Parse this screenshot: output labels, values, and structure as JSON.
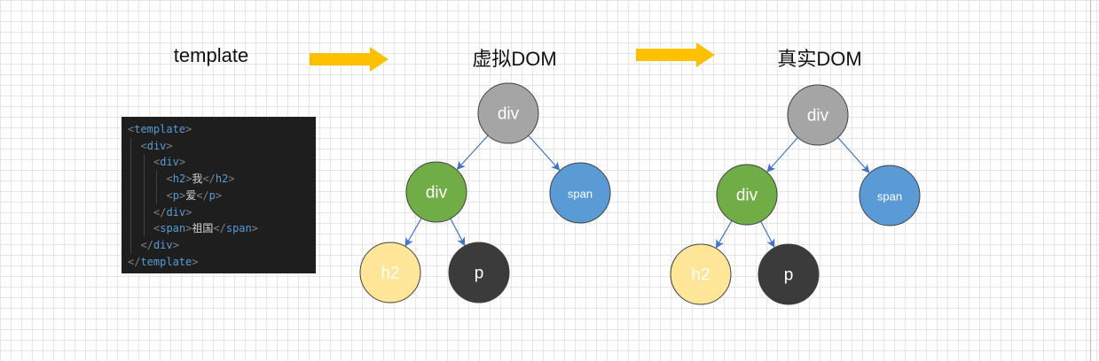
{
  "titles": {
    "template": "template",
    "virtual_dom": "虚拟DOM",
    "real_dom": "真实DOM"
  },
  "arrow_color": "#ffc000",
  "code": {
    "lines": [
      {
        "indent": 0,
        "parts": [
          {
            "t": "<",
            "c": "punct"
          },
          {
            "t": "template",
            "c": "tag"
          },
          {
            "t": ">",
            "c": "punct"
          }
        ]
      },
      {
        "indent": 1,
        "parts": [
          {
            "t": "<",
            "c": "punct"
          },
          {
            "t": "div",
            "c": "tag"
          },
          {
            "t": ">",
            "c": "punct"
          }
        ]
      },
      {
        "indent": 2,
        "parts": [
          {
            "t": "<",
            "c": "punct"
          },
          {
            "t": "div",
            "c": "tag"
          },
          {
            "t": ">",
            "c": "punct"
          }
        ]
      },
      {
        "indent": 3,
        "parts": [
          {
            "t": "<",
            "c": "punct"
          },
          {
            "t": "h2",
            "c": "tag"
          },
          {
            "t": ">",
            "c": "punct"
          },
          {
            "t": "我",
            "c": "txt"
          },
          {
            "t": "</",
            "c": "punct"
          },
          {
            "t": "h2",
            "c": "tag"
          },
          {
            "t": ">",
            "c": "punct"
          }
        ]
      },
      {
        "indent": 3,
        "parts": [
          {
            "t": "<",
            "c": "punct"
          },
          {
            "t": "p",
            "c": "tag"
          },
          {
            "t": ">",
            "c": "punct"
          },
          {
            "t": "爱",
            "c": "txt"
          },
          {
            "t": "</",
            "c": "punct"
          },
          {
            "t": "p",
            "c": "tag"
          },
          {
            "t": ">",
            "c": "punct"
          }
        ]
      },
      {
        "indent": 2,
        "parts": [
          {
            "t": "</",
            "c": "punct"
          },
          {
            "t": "div",
            "c": "tag"
          },
          {
            "t": ">",
            "c": "punct"
          }
        ]
      },
      {
        "indent": 2,
        "parts": [
          {
            "t": "<",
            "c": "punct"
          },
          {
            "t": "span",
            "c": "tag"
          },
          {
            "t": ">",
            "c": "punct"
          },
          {
            "t": "祖国",
            "c": "txt"
          },
          {
            "t": "</",
            "c": "punct"
          },
          {
            "t": "span",
            "c": "tag"
          },
          {
            "t": ">",
            "c": "punct"
          }
        ]
      },
      {
        "indent": 1,
        "parts": [
          {
            "t": "</",
            "c": "punct"
          },
          {
            "t": "div",
            "c": "tag"
          },
          {
            "t": ">",
            "c": "punct"
          }
        ]
      },
      {
        "indent": 0,
        "parts": [
          {
            "t": "</",
            "c": "punct"
          },
          {
            "t": "template",
            "c": "tag"
          },
          {
            "t": ">",
            "c": "punct"
          }
        ]
      }
    ]
  },
  "node_colors": {
    "div_root": "#a5a5a5",
    "div_child": "#70ad47",
    "span": "#5b9bd5",
    "h2": "#ffe699",
    "p": "#3b3b3b",
    "edge": "#4472c4"
  },
  "trees": [
    {
      "id": "virtual",
      "nodes": [
        {
          "id": "root",
          "label": "div",
          "color_key": "div_root"
        },
        {
          "id": "div",
          "label": "div",
          "color_key": "div_child"
        },
        {
          "id": "span",
          "label": "span",
          "color_key": "span"
        },
        {
          "id": "h2",
          "label": "h2",
          "color_key": "h2"
        },
        {
          "id": "p",
          "label": "p",
          "color_key": "p"
        }
      ],
      "edges": [
        [
          "root",
          "div"
        ],
        [
          "root",
          "span"
        ],
        [
          "div",
          "h2"
        ],
        [
          "div",
          "p"
        ]
      ]
    },
    {
      "id": "real",
      "nodes": [
        {
          "id": "root",
          "label": "div",
          "color_key": "div_root"
        },
        {
          "id": "div",
          "label": "div",
          "color_key": "div_child"
        },
        {
          "id": "span",
          "label": "span",
          "color_key": "span"
        },
        {
          "id": "h2",
          "label": "h2",
          "color_key": "h2"
        },
        {
          "id": "p",
          "label": "p",
          "color_key": "p"
        }
      ],
      "edges": [
        [
          "root",
          "div"
        ],
        [
          "root",
          "span"
        ],
        [
          "div",
          "h2"
        ],
        [
          "div",
          "p"
        ]
      ]
    }
  ]
}
